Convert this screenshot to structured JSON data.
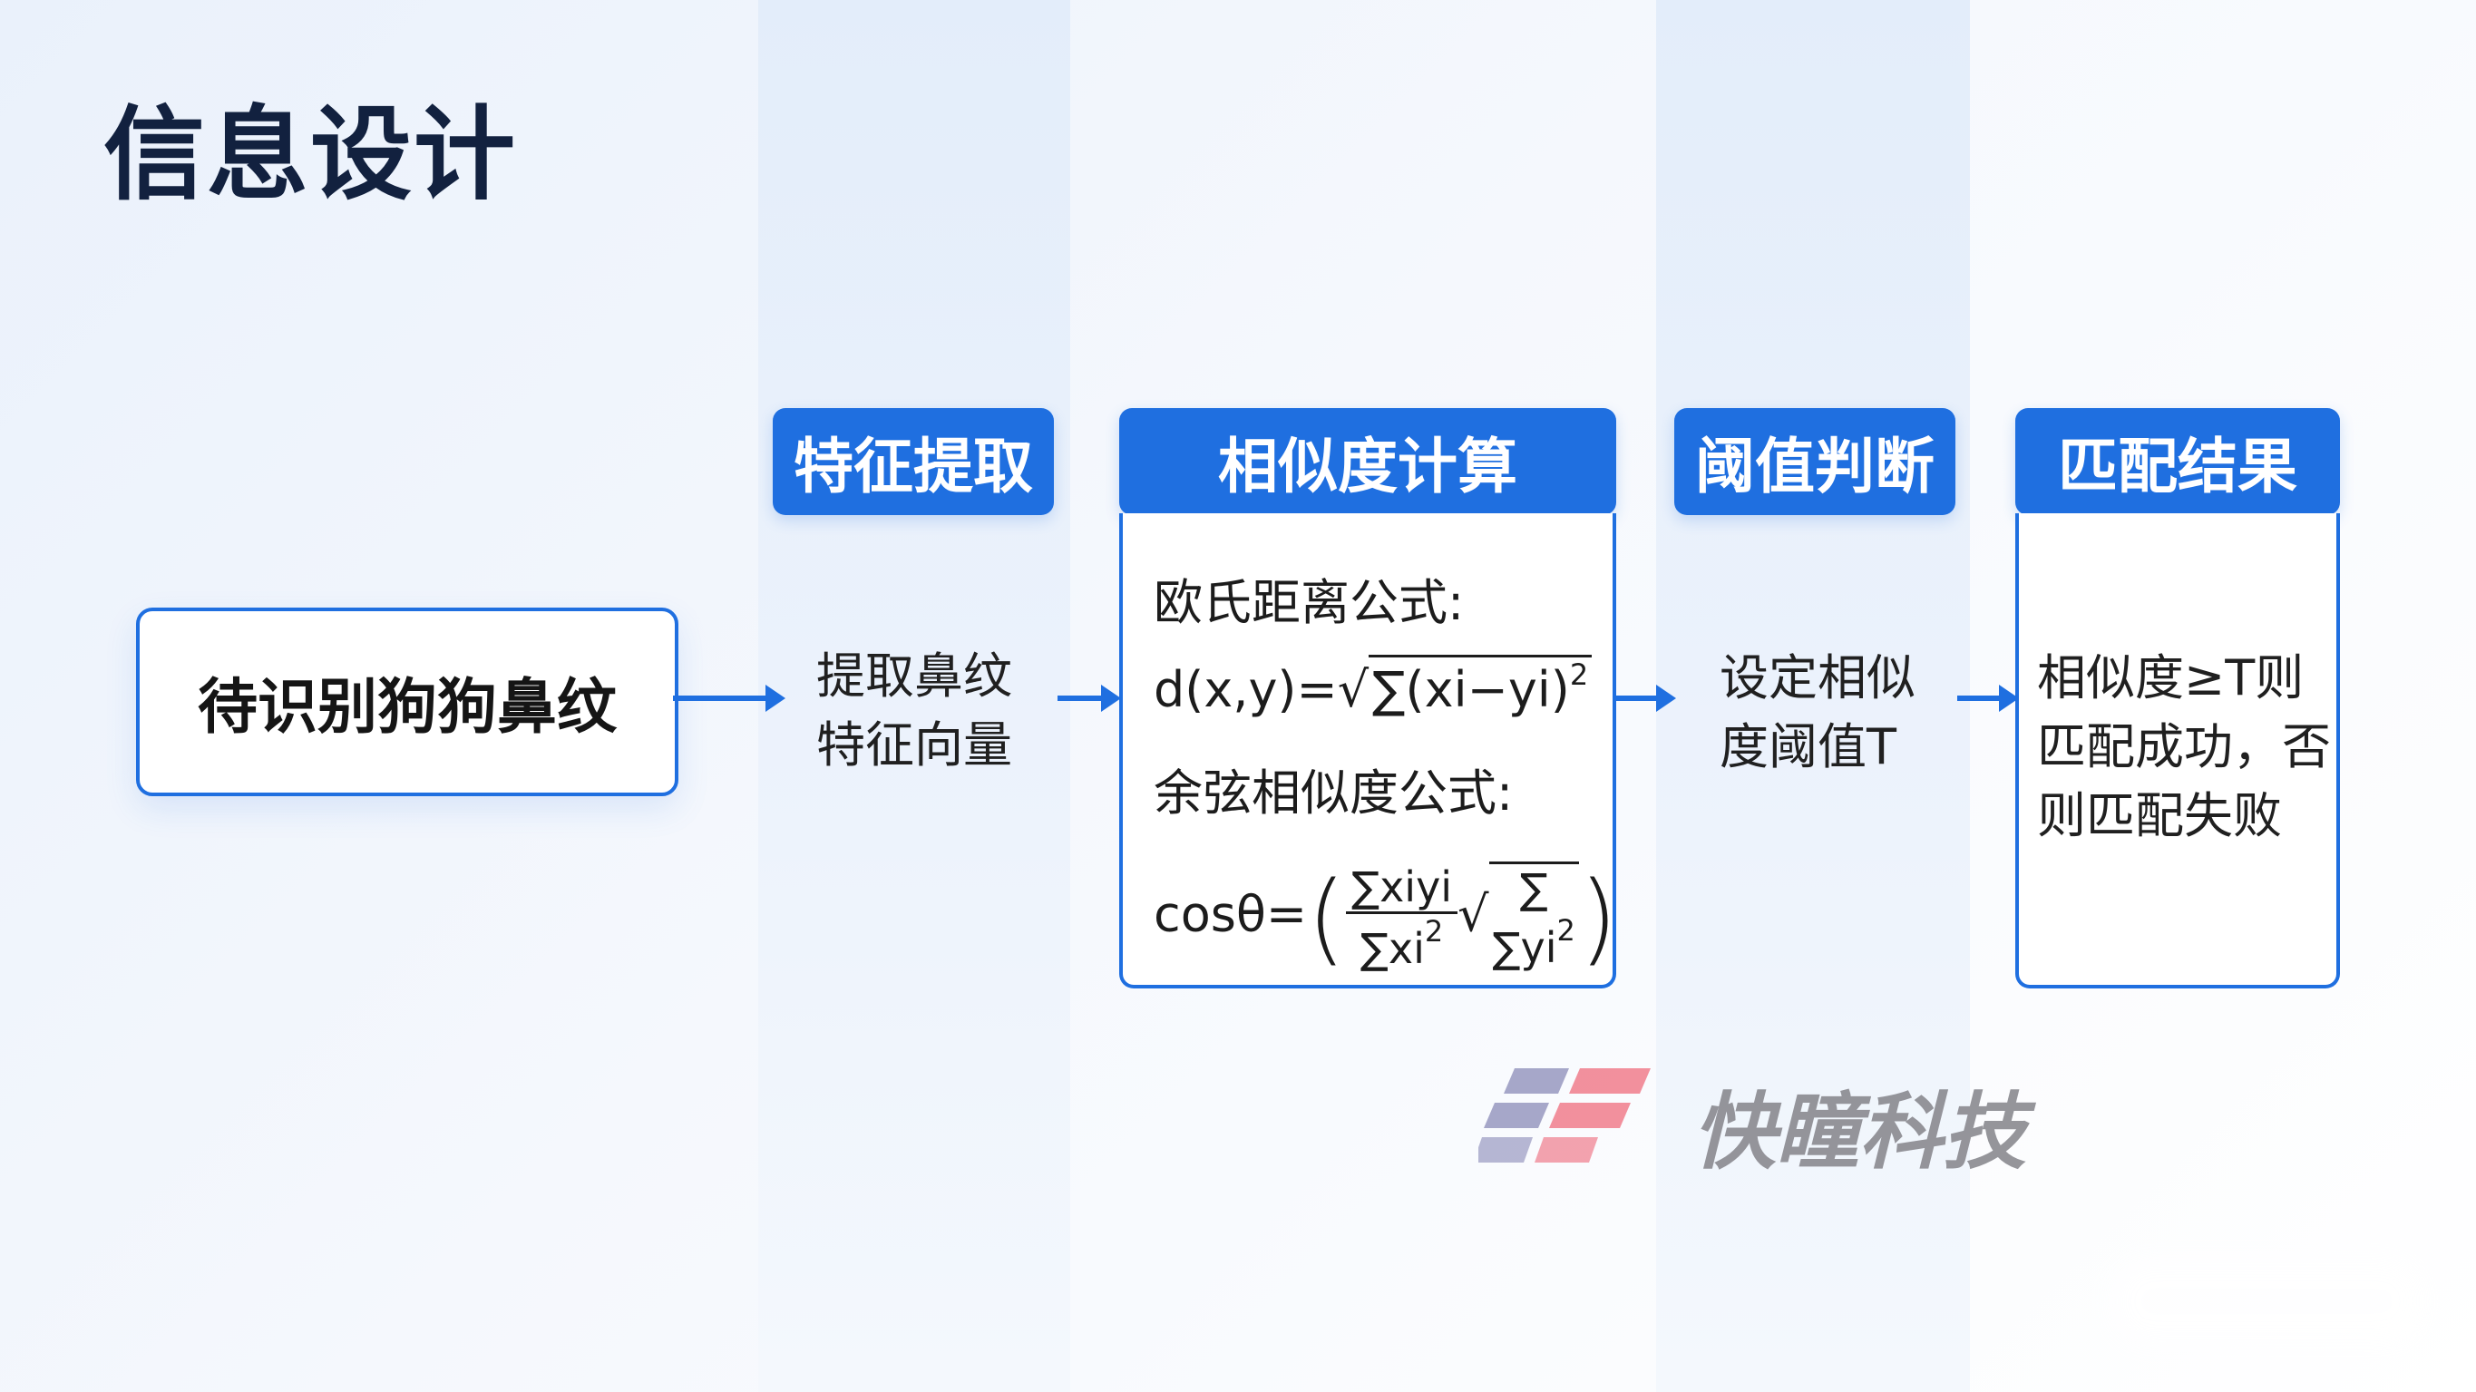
{
  "title": "信息设计",
  "input": "待识别狗狗鼻纹",
  "steps": {
    "s1": {
      "header": "特征提取",
      "text": "提取鼻纹\n特征向量"
    },
    "s2": {
      "header": "相似度计算",
      "euclid_label": "欧氏距离公式:",
      "euclid_formula": {
        "lhs": "d(x,y)=",
        "root": "√",
        "body": "∑(xi−yi)",
        "exp": "2"
      },
      "cosine_label": "余弦相似度公式:",
      "cosine_formula": {
        "lhs": "cosθ=",
        "lparen": "(",
        "num": "∑xiyi",
        "den": "∑xi",
        "den_exp": "2",
        "root": "√",
        "inner_num": "∑",
        "inner_den": "∑yi",
        "inner_exp": "2",
        "rparen": ")"
      }
    },
    "s3": {
      "header": "阈值判断",
      "text": "设定相似\n度阈值T"
    },
    "s4": {
      "header": "匹配结果",
      "text": "相似度≥T则匹配成功，否则匹配失败"
    }
  },
  "watermark": {
    "text": "快瞳科技"
  },
  "colors": {
    "accent": "#1f6fe0",
    "title": "#12213f",
    "logo_red": "#f07c8c",
    "logo_purple": "#9898c0"
  }
}
